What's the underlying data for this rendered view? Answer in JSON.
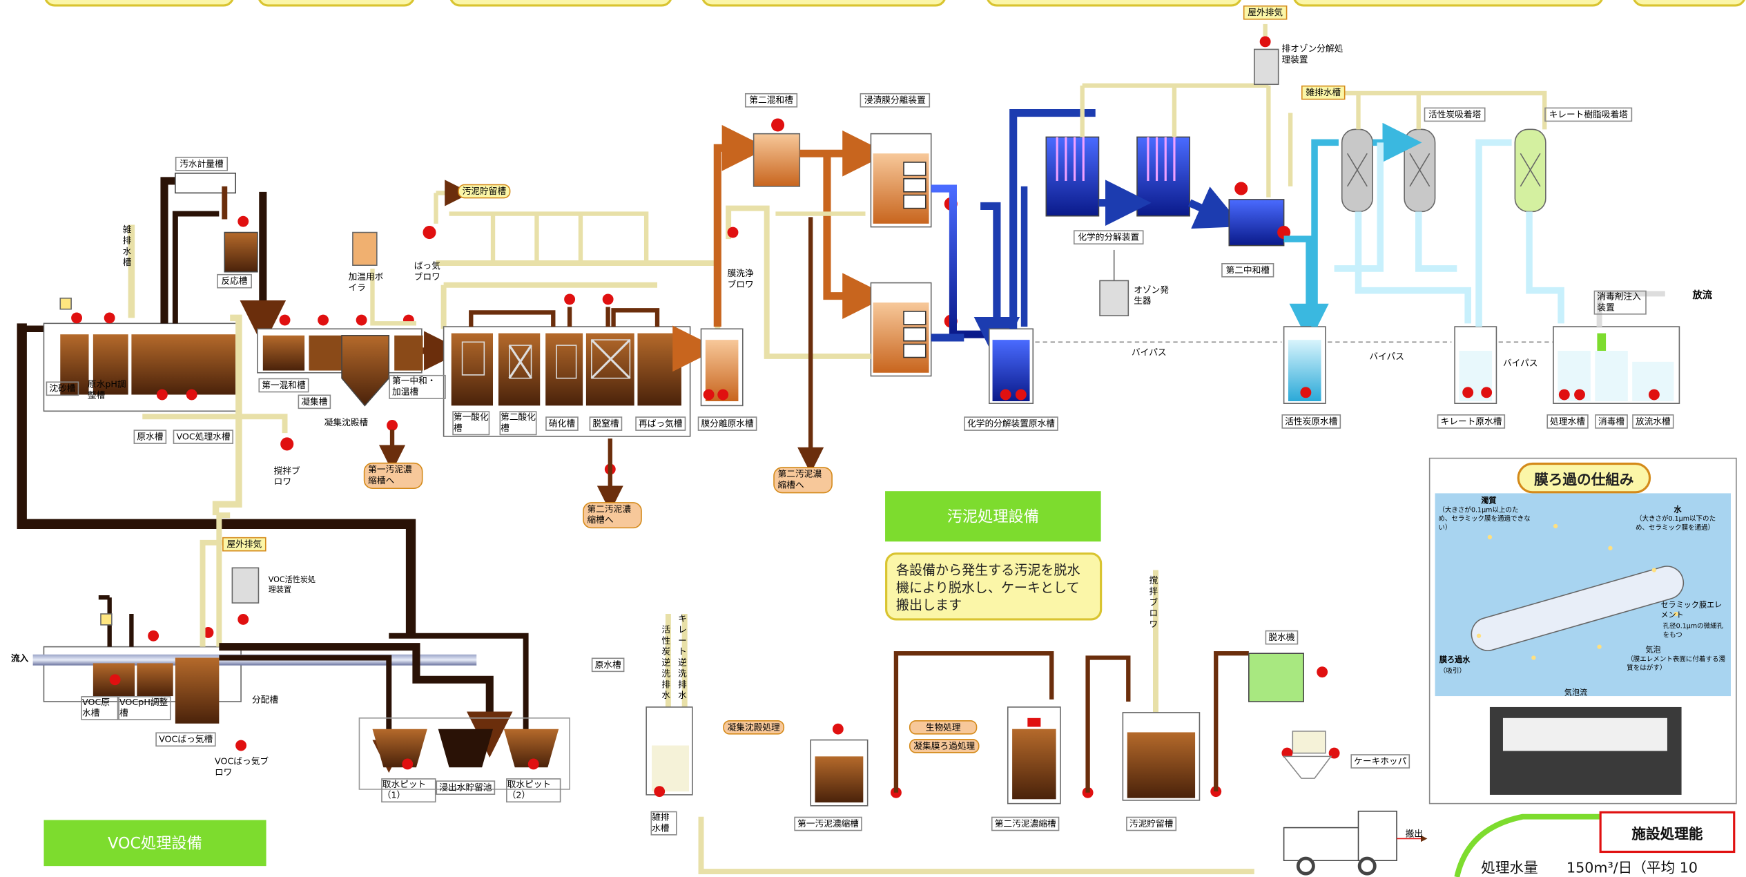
{
  "sections": {
    "voc_banner": "VOC処理設備",
    "sludge_banner": "汚泥処理設備",
    "sludge_note": "各設備から発生する汚泥を脱水機により脱水し、ケーキとして搬出します",
    "membrane_title": "膜ろ過の仕組み",
    "capacity_title": "施設処理能",
    "capacity_label": "処理水量",
    "capacity_value": "150m³/日（平均 10"
  },
  "labels": {
    "outdoor_exhaust_top": "屋外排気",
    "ozone_decomp": "排オゾン分解処理装置",
    "misc_drain_top": "雑排水槽",
    "activated_carbon_tower": "活性炭吸着塔",
    "chelate_tower": "キレート樹脂吸着塔",
    "second_mix": "第二混和槽",
    "immersion_membrane": "浸漬膜分離装置",
    "sewage_meter": "汚水計量槽",
    "reaction_tank": "反応槽",
    "sludge_storage_pill": "汚泥貯留槽",
    "heating_boiler": "加温用ボイラ",
    "aeration_blower": "ばっ気ブロワ",
    "membrane_wash_blower": "膜洗浄ブロワ",
    "chemical_decomp": "化学的分解装置",
    "ozone_generator": "オゾン発生器",
    "second_neutral": "第二中和槽",
    "disinfectant": "消毒剤注入装置",
    "discharge": "放流",
    "misc_drain_v": "雑排水槽",
    "sand_settling": "沈砂槽",
    "raw_ph": "原水pH調整槽",
    "raw_water_tank": "原水槽",
    "voc_treated_tank": "VOC処理水槽",
    "first_mix": "第一混和槽",
    "coagulation": "凝集槽",
    "coag_settling": "凝集沈殿槽",
    "first_neutral": "第一中和・加温槽",
    "first_nitr": "第一酸化槽",
    "second_nitr": "第二酸化槽",
    "nitrification": "硝化槽",
    "denitrification": "脱窒槽",
    "reaeration": "再ばっ気槽",
    "membrane_raw": "膜分離原水槽",
    "chem_decomp_raw": "化学的分解装置原水槽",
    "ac_raw": "活性炭原水槽",
    "chelate_raw": "キレート原水槽",
    "treated_tank": "処理水槽",
    "disinfect_tank": "消毒槽",
    "discharge_tank": "放流水槽",
    "bypass1": "バイパス",
    "bypass2": "バイパス",
    "bypass3": "バイパス",
    "stir_blower": "撹拌ブロワ",
    "first_sludge_thick_to": "第一汚泥濃縮槽へ",
    "second_sludge_thick_to_a": "第二汚泥濃縮槽へ",
    "second_sludge_thick_to_b": "第二汚泥濃縮槽へ",
    "outdoor_exhaust_voc": "屋外排気",
    "voc_ac": "VOC活性炭処理装置",
    "inflow": "流入",
    "distribution": "分配槽",
    "voc_raw": "VOC原水槽",
    "voc_ph": "VOCpH調整槽",
    "voc_aeration": "VOCばっ気槽",
    "voc_aeration_blower": "VOCばっ気ブロワ",
    "intake_pit1": "取水ピット（1）",
    "leachate_pond": "浸出水貯留池",
    "intake_pit2": "取水ピット（2）",
    "raw_water_small": "原水槽",
    "ac_backwash": "活性炭逆洗排水",
    "chelate_backwash": "キレート逆洗排水",
    "coag_settle_proc": "凝集沈殿処理",
    "bio_proc": "生物処理",
    "coag_membrane_proc": "凝集膜ろ過処理",
    "stir_blower_v": "撹拌ブロワ",
    "dehydrator": "脱水機",
    "cake_hopper": "ケーキホッパ",
    "carry_out": "搬出",
    "misc_drain_bottom": "雑排水槽",
    "first_sludge_thick": "第一汚泥濃縮槽",
    "second_sludge_thick": "第二汚泥濃縮槽",
    "sludge_storage": "汚泥貯留槽"
  },
  "membrane_diagram": {
    "turbidity": "濁質",
    "turbidity_note": "（大きさが0.1μm以上のため、セラミック膜を通過できない）",
    "water": "水",
    "water_note": "（大きさが0.1μm以下のため、セラミック膜を通過）",
    "ceramic": "セラミック膜エレメント",
    "ceramic_note": "孔径0.1μmの微細孔をもつ",
    "bubbles": "気泡",
    "bubbles_note": "（膜エレメント表面に付着する濁質をはがす）",
    "filtered": "膜ろ過水",
    "filtered_note": "（吸引）",
    "bubble_flow": "気泡流"
  },
  "colors": {
    "brown": "#7a3a12",
    "orange": "#c8651e",
    "blue": "#1c3cb0",
    "cyan": "#3ab8e0",
    "cream": "#f8f2c4",
    "green": "#7ddc2e",
    "pump_red": "#e01010"
  }
}
